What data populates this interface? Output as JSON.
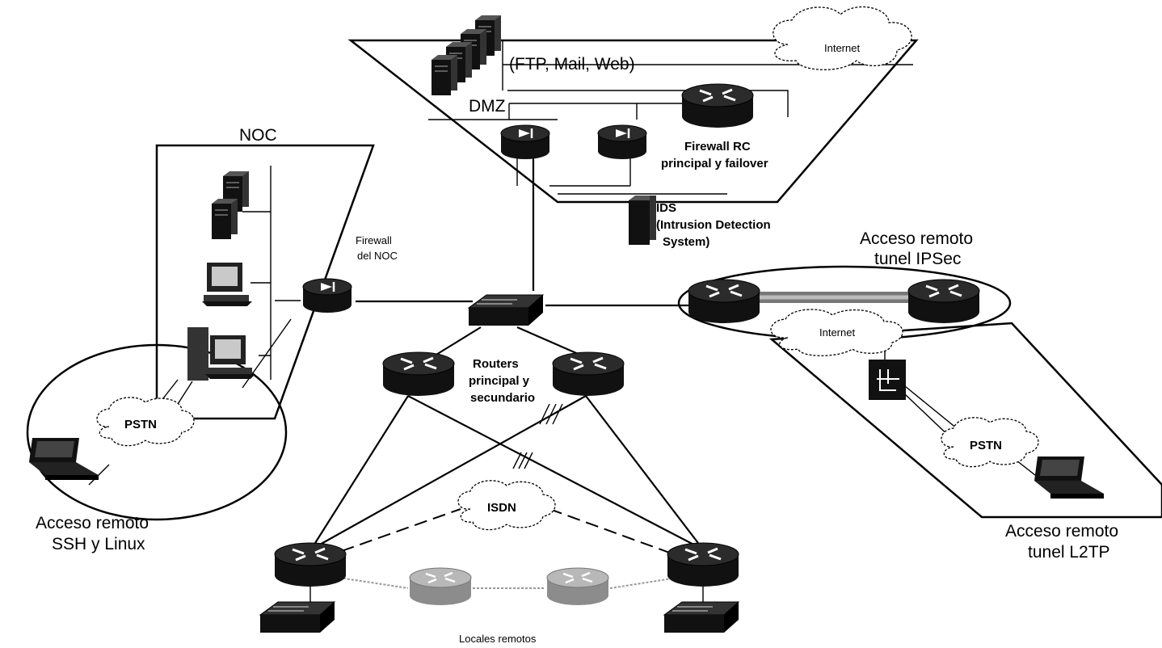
{
  "labels": {
    "servers": "(FTP, Mail, Web)",
    "dmz": "DMZ",
    "internet_top": "Internet",
    "firewall_rc": "Firewall RC",
    "firewall_rc_sub": "principal y failover",
    "ids": "IDS",
    "ids_sub1": "(Intrusion Detection",
    "ids_sub2": "System)",
    "noc": "NOC",
    "firewall_noc1": "Firewall",
    "firewall_noc2": "del NOC",
    "routers1": "Routers",
    "routers2": "principal y",
    "routers3": "secundario",
    "ipsec1": "Acceso remoto",
    "ipsec2": "tunel IPSec",
    "internet_mid": "Internet",
    "pstn_left": "PSTN",
    "pstn_right": "PSTN",
    "isdn": "ISDN",
    "ssh1": "Acceso remoto",
    "ssh2": "SSH y Linux",
    "l2tp1": "Acceso remoto",
    "l2tp2": "tunel L2TP",
    "locales": "Locales remotos"
  }
}
